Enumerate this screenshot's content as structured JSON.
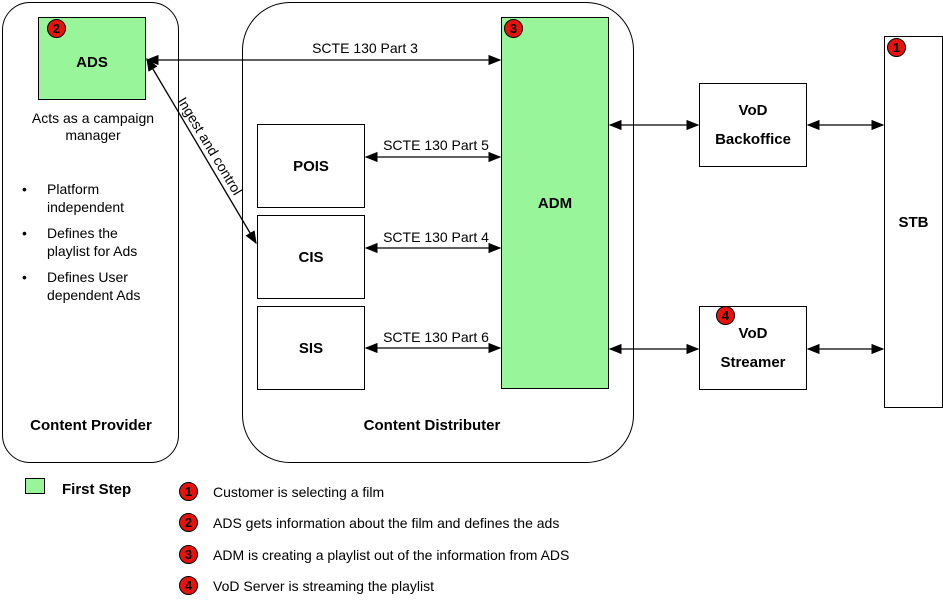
{
  "content_provider": {
    "label": "Content Provider",
    "ads": {
      "label": "ADS",
      "badge": "2"
    },
    "description": "Acts as a campaign manager",
    "bullets": [
      "Platform independent",
      "Defines the playlist for Ads",
      "Defines User dependent Ads"
    ]
  },
  "content_distributer": {
    "label": "Content Distributer",
    "adm": {
      "label": "ADM",
      "badge": "3"
    },
    "pois": "POIS",
    "cis": "CIS",
    "sis": "SIS"
  },
  "connections": {
    "ads_adm": "SCTE 130 Part 3",
    "pois_adm": "SCTE 130 Part 5",
    "cis_adm": "SCTE 130 Part 4",
    "sis_adm": "SCTE 130 Part 6",
    "ads_cis": "Ingest and control"
  },
  "vod_backoffice": "VoD Backoffice",
  "vod_streamer": {
    "label": "VoD Streamer",
    "badge": "4"
  },
  "stb": {
    "label": "STB",
    "badge": "1"
  },
  "legend": {
    "first_step": "First Step",
    "steps": [
      {
        "num": "1",
        "text": "Customer is selecting a film"
      },
      {
        "num": "2",
        "text": "ADS gets information about the film and defines the ads"
      },
      {
        "num": "3",
        "text": "ADM is creating a playlist out of the information from ADS"
      },
      {
        "num": "4",
        "text": "VoD Server is streaming the playlist"
      }
    ]
  },
  "colors": {
    "first_step": "#99f59a",
    "badge": "#e8120c"
  }
}
